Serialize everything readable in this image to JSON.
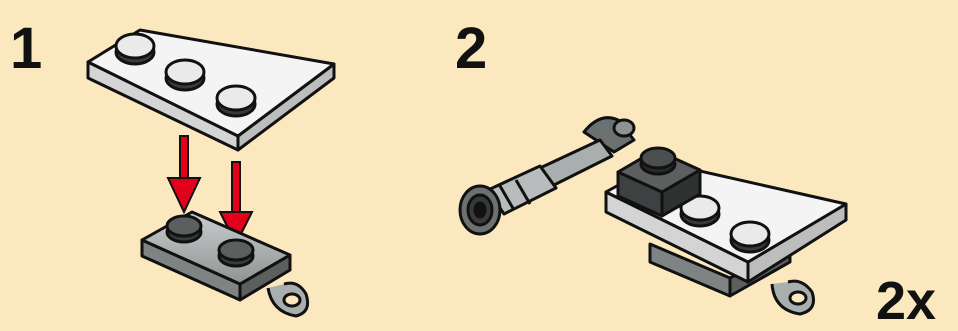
{
  "steps": [
    {
      "number": "1"
    },
    {
      "number": "2"
    }
  ],
  "multiplier": "2x",
  "colors": {
    "background": "#fce8bf",
    "arrow": "#e3001b",
    "light_gray": "#a9aeae",
    "dark_gray": "#5b5f5f",
    "white_part": "#f4f4f4",
    "outline": "#111111"
  }
}
